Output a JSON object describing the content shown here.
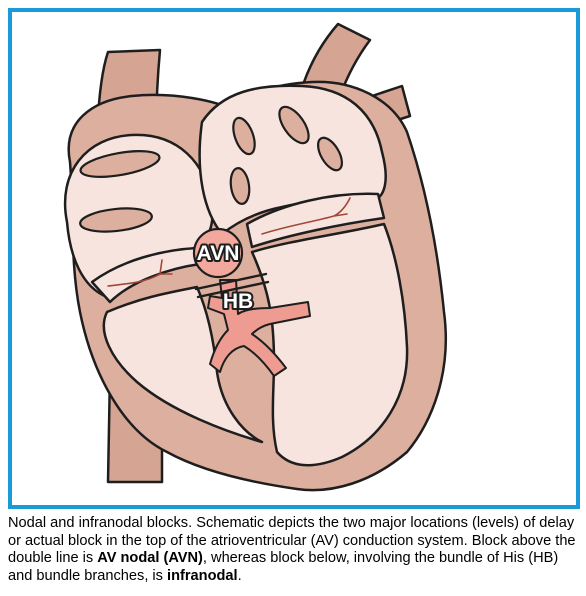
{
  "diagram": {
    "labels": {
      "avn": "AVN",
      "hb": "HB"
    },
    "colors": {
      "frame_border": "#1a9ad6",
      "heart_wall": "#dcaf9e",
      "vessel": "#d5a493",
      "chamber": "#f8e4df",
      "outline": "#1e1e1e",
      "node": "#f2a89c",
      "conduction": "#ee9c92",
      "valve_line": "#a04838"
    }
  },
  "caption": {
    "text_1": "Nodal and infranodal blocks. Schematic depicts the two major locations (levels) of delay or actual block in the top of the atrioventricular (AV) conduction system. Block above the double line is ",
    "bold_1": "AV nodal (AVN)",
    "text_2": ", whereas block below, involving the bundle of His (HB) and bundle branches, is ",
    "bold_2": "infranodal",
    "text_3": "."
  }
}
